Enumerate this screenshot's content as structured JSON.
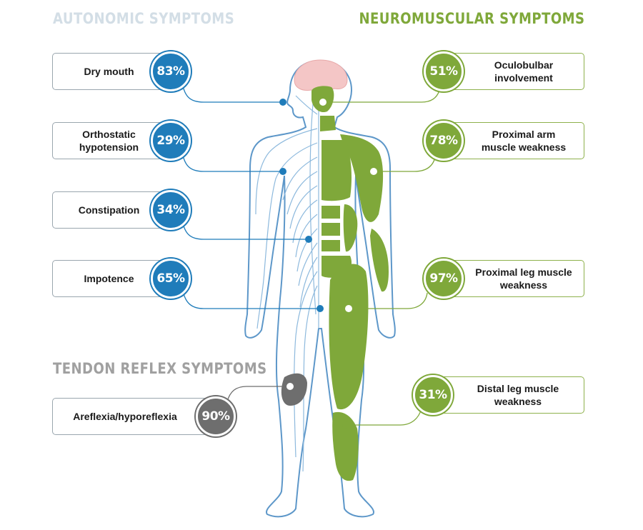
{
  "colors": {
    "autonomic": "#1f7cba",
    "autonomic_title": "#d3dee6",
    "neuromuscular": "#7fa83a",
    "tendon": "#6e6e6e",
    "body_outline": "#5d97c9",
    "nerve": "#8db9dd",
    "brain": "#f4c6c6"
  },
  "sections": {
    "autonomic": {
      "title": "AUTONOMIC SYMPTOMS",
      "items": [
        {
          "label": "Dry mouth",
          "value": "83%"
        },
        {
          "label": "Orthostatic hypotension",
          "value": "29%"
        },
        {
          "label": "Constipation",
          "value": "34%"
        },
        {
          "label": "Impotence",
          "value": "65%"
        }
      ]
    },
    "neuromuscular": {
      "title": "NEUROMUSCULAR SYMPTOMS",
      "items": [
        {
          "label": "Oculobulbar involvement",
          "value": "51%"
        },
        {
          "label": "Proximal arm muscle weakness",
          "value": "78%"
        },
        {
          "label": "Proximal leg muscle weakness",
          "value": "97%"
        },
        {
          "label": "Distal leg muscle weakness",
          "value": "31%"
        }
      ]
    },
    "tendon": {
      "title": "TENDON REFLEX SYMPTOMS",
      "items": [
        {
          "label": "Areflexia/hyporeflexia",
          "value": "90%"
        }
      ]
    }
  }
}
